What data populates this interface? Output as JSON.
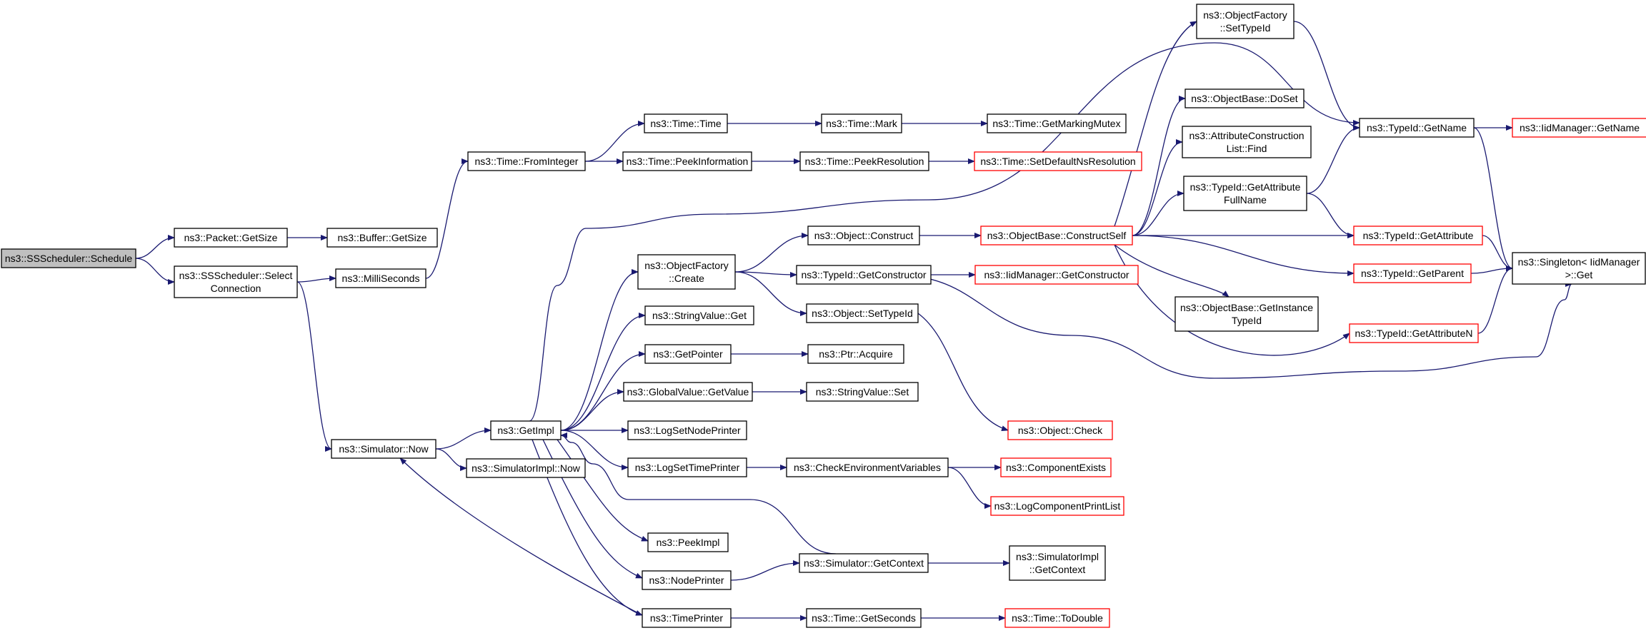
{
  "colors": {
    "edge": "#191970",
    "red_border": "#ff0000",
    "root_fill": "#bfbfbf"
  },
  "nodes": {
    "schedule": {
      "lines": [
        "ns3::SSScheduler::Schedule"
      ],
      "style": "root"
    },
    "packet_getsize": {
      "lines": [
        "ns3::Packet::GetSize"
      ],
      "style": "normal"
    },
    "buffer_getsize": {
      "lines": [
        "ns3::Buffer::GetSize"
      ],
      "style": "normal"
    },
    "select_connection": {
      "lines": [
        "ns3::SSScheduler::Select",
        "Connection"
      ],
      "style": "normal"
    },
    "milliseconds": {
      "lines": [
        "ns3::MilliSeconds"
      ],
      "style": "normal"
    },
    "time_frominteger": {
      "lines": [
        "ns3::Time::FromInteger"
      ],
      "style": "normal"
    },
    "time_time": {
      "lines": [
        "ns3::Time::Time"
      ],
      "style": "normal"
    },
    "time_peekinformation": {
      "lines": [
        "ns3::Time::PeekInformation"
      ],
      "style": "normal"
    },
    "time_mark": {
      "lines": [
        "ns3::Time::Mark"
      ],
      "style": "normal"
    },
    "time_peekresolution": {
      "lines": [
        "ns3::Time::PeekResolution"
      ],
      "style": "normal"
    },
    "time_getmarkingmutex": {
      "lines": [
        "ns3::Time::GetMarkingMutex"
      ],
      "style": "normal"
    },
    "time_setdefaultnsresolution": {
      "lines": [
        "ns3::Time::SetDefaultNsResolution"
      ],
      "style": "red"
    },
    "simulator_now": {
      "lines": [
        "ns3::Simulator::Now"
      ],
      "style": "normal"
    },
    "getimpl": {
      "lines": [
        "ns3::GetImpl"
      ],
      "style": "normal"
    },
    "simulatorimpl_now": {
      "lines": [
        "ns3::SimulatorImpl::Now"
      ],
      "style": "normal"
    },
    "objectfactory_create": {
      "lines": [
        "ns3::ObjectFactory",
        "::Create"
      ],
      "style": "normal"
    },
    "stringvalue_get": {
      "lines": [
        "ns3::StringValue::Get"
      ],
      "style": "normal"
    },
    "getpointer": {
      "lines": [
        "ns3::GetPointer"
      ],
      "style": "normal"
    },
    "globalvalue_getvalue": {
      "lines": [
        "ns3::GlobalValue::GetValue"
      ],
      "style": "normal"
    },
    "logsetnodeprinter": {
      "lines": [
        "ns3::LogSetNodePrinter"
      ],
      "style": "normal"
    },
    "logsettimeprinter": {
      "lines": [
        "ns3::LogSetTimePrinter"
      ],
      "style": "normal"
    },
    "peekimpl": {
      "lines": [
        "ns3::PeekImpl"
      ],
      "style": "normal"
    },
    "nodeprinter": {
      "lines": [
        "ns3::NodePrinter"
      ],
      "style": "normal"
    },
    "timeprinter": {
      "lines": [
        "ns3::TimePrinter"
      ],
      "style": "normal"
    },
    "object_construct": {
      "lines": [
        "ns3::Object::Construct"
      ],
      "style": "normal"
    },
    "typeid_getconstructor": {
      "lines": [
        "ns3::TypeId::GetConstructor"
      ],
      "style": "normal"
    },
    "object_settypeid": {
      "lines": [
        "ns3::Object::SetTypeId"
      ],
      "style": "normal"
    },
    "ptr_acquire": {
      "lines": [
        "ns3::Ptr::Acquire"
      ],
      "style": "normal"
    },
    "stringvalue_set": {
      "lines": [
        "ns3::StringValue::Set"
      ],
      "style": "normal"
    },
    "checkenvironmentvariables": {
      "lines": [
        "ns3::CheckEnvironmentVariables"
      ],
      "style": "normal"
    },
    "simulator_getcontext": {
      "lines": [
        "ns3::Simulator::GetContext"
      ],
      "style": "normal"
    },
    "time_getseconds": {
      "lines": [
        "ns3::Time::GetSeconds"
      ],
      "style": "normal"
    },
    "objectbase_constructself": {
      "lines": [
        "ns3::ObjectBase::ConstructSelf"
      ],
      "style": "red"
    },
    "iidmanager_getconstructor": {
      "lines": [
        "ns3::IidManager::GetConstructor"
      ],
      "style": "red"
    },
    "object_check": {
      "lines": [
        "ns3::Object::Check"
      ],
      "style": "red"
    },
    "componentexists": {
      "lines": [
        "ns3::ComponentExists"
      ],
      "style": "red"
    },
    "logcomponentprintlist": {
      "lines": [
        "ns3::LogComponentPrintList"
      ],
      "style": "red"
    },
    "simulatorimpl_getcontext": {
      "lines": [
        "ns3::SimulatorImpl",
        "::GetContext"
      ],
      "style": "normal"
    },
    "time_todouble": {
      "lines": [
        "ns3::Time::ToDouble"
      ],
      "style": "red"
    },
    "objectfactory_settypeid": {
      "lines": [
        "ns3::ObjectFactory",
        "::SetTypeId"
      ],
      "style": "normal"
    },
    "objectbase_doset": {
      "lines": [
        "ns3::ObjectBase::DoSet"
      ],
      "style": "normal"
    },
    "attributeconstructionlist_find": {
      "lines": [
        "ns3::AttributeConstruction",
        "List::Find"
      ],
      "style": "normal"
    },
    "typeid_getattributefullname": {
      "lines": [
        "ns3::TypeId::GetAttribute",
        "FullName"
      ],
      "style": "normal"
    },
    "objectbase_getinstancetypeid": {
      "lines": [
        "ns3::ObjectBase::GetInstance",
        "TypeId"
      ],
      "style": "normal"
    },
    "typeid_getname": {
      "lines": [
        "ns3::TypeId::GetName"
      ],
      "style": "normal"
    },
    "typeid_getattribute": {
      "lines": [
        "ns3::TypeId::GetAttribute"
      ],
      "style": "red"
    },
    "typeid_getparent": {
      "lines": [
        "ns3::TypeId::GetParent"
      ],
      "style": "red"
    },
    "typeid_getattributen": {
      "lines": [
        "ns3::TypeId::GetAttributeN"
      ],
      "style": "red"
    },
    "iidmanager_getname": {
      "lines": [
        "ns3::IidManager::GetName"
      ],
      "style": "red"
    },
    "singleton_get": {
      "lines": [
        "ns3::Singleton< IidManager",
        ">::Get"
      ],
      "style": "normal"
    }
  },
  "edges": [
    [
      "schedule",
      "packet_getsize"
    ],
    [
      "schedule",
      "select_connection"
    ],
    [
      "packet_getsize",
      "buffer_getsize"
    ],
    [
      "select_connection",
      "milliseconds"
    ],
    [
      "select_connection",
      "simulator_now"
    ],
    [
      "milliseconds",
      "time_frominteger"
    ],
    [
      "time_frominteger",
      "time_time"
    ],
    [
      "time_frominteger",
      "time_peekinformation"
    ],
    [
      "time_time",
      "time_mark"
    ],
    [
      "time_mark",
      "time_getmarkingmutex"
    ],
    [
      "time_peekinformation",
      "time_peekresolution"
    ],
    [
      "time_peekresolution",
      "time_setdefaultnsresolution"
    ],
    [
      "simulator_now",
      "getimpl"
    ],
    [
      "simulator_now",
      "simulatorimpl_now"
    ],
    [
      "getimpl",
      "objectfactory_create"
    ],
    [
      "getimpl",
      "stringvalue_get"
    ],
    [
      "getimpl",
      "getpointer"
    ],
    [
      "getimpl",
      "globalvalue_getvalue"
    ],
    [
      "getimpl",
      "logsetnodeprinter"
    ],
    [
      "getimpl",
      "logsettimeprinter"
    ],
    [
      "getimpl",
      "peekimpl"
    ],
    [
      "getimpl",
      "nodeprinter"
    ],
    [
      "getimpl",
      "timeprinter"
    ],
    [
      "getimpl",
      "typeid_getname"
    ],
    [
      "objectfactory_create",
      "object_construct"
    ],
    [
      "objectfactory_create",
      "typeid_getconstructor"
    ],
    [
      "objectfactory_create",
      "object_settypeid"
    ],
    [
      "object_construct",
      "objectbase_constructself"
    ],
    [
      "typeid_getconstructor",
      "iidmanager_getconstructor"
    ],
    [
      "typeid_getconstructor",
      "singleton_get"
    ],
    [
      "object_settypeid",
      "object_check"
    ],
    [
      "getpointer",
      "ptr_acquire"
    ],
    [
      "globalvalue_getvalue",
      "stringvalue_set"
    ],
    [
      "logsettimeprinter",
      "checkenvironmentvariables"
    ],
    [
      "checkenvironmentvariables",
      "componentexists"
    ],
    [
      "checkenvironmentvariables",
      "logcomponentprintlist"
    ],
    [
      "nodeprinter",
      "simulator_getcontext"
    ],
    [
      "simulator_getcontext",
      "getimpl"
    ],
    [
      "simulator_getcontext",
      "simulatorimpl_getcontext"
    ],
    [
      "timeprinter",
      "time_getseconds"
    ],
    [
      "timeprinter",
      "simulator_now"
    ],
    [
      "time_getseconds",
      "time_todouble"
    ],
    [
      "objectbase_constructself",
      "objectfactory_settypeid"
    ],
    [
      "objectbase_constructself",
      "objectbase_doset"
    ],
    [
      "objectbase_constructself",
      "attributeconstructionlist_find"
    ],
    [
      "objectbase_constructself",
      "typeid_getattributefullname"
    ],
    [
      "objectbase_constructself",
      "objectbase_getinstancetypeid"
    ],
    [
      "objectbase_constructself",
      "typeid_getattribute"
    ],
    [
      "objectbase_constructself",
      "typeid_getparent"
    ],
    [
      "objectbase_constructself",
      "typeid_getattributen"
    ],
    [
      "objectfactory_settypeid",
      "typeid_getname"
    ],
    [
      "typeid_getattributefullname",
      "typeid_getname"
    ],
    [
      "typeid_getattributefullname",
      "typeid_getattribute"
    ],
    [
      "typeid_getname",
      "iidmanager_getname"
    ],
    [
      "typeid_getname",
      "singleton_get"
    ],
    [
      "typeid_getattribute",
      "singleton_get"
    ],
    [
      "typeid_getparent",
      "singleton_get"
    ],
    [
      "typeid_getattributen",
      "singleton_get"
    ]
  ]
}
